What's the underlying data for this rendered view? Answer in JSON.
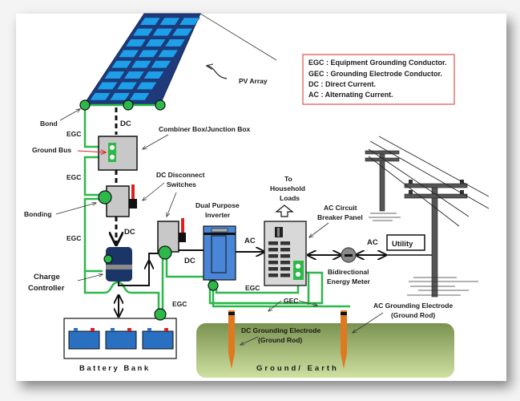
{
  "legend": {
    "items": [
      "EGC : Equipment Grounding Conductor.",
      "GEC : Grounding Electrode Conductor.",
      "DC : Direct Current.",
      "AC : Alternating Current."
    ],
    "border_color": "#e05050"
  },
  "labels": {
    "pv_array": "PV Array",
    "bond": "Bond",
    "egc_1": "EGC",
    "egc_2": "EGC",
    "egc_3": "EGC",
    "egc_4": "EGC",
    "egc_5": "EGC",
    "dc_1": "DC",
    "dc_2": "DC",
    "dc_3": "DC",
    "combiner_box": "Combiner Box/Junction Box",
    "ground_bus": "Ground Bus",
    "dc_disconnect_1": "DC Disconnect",
    "dc_disconnect_2": "Switches",
    "bonding": "Bonding",
    "charge_controller_1": "Charge",
    "charge_controller_2": "Controller",
    "battery_bank": "Battery Bank",
    "inverter_1": "Dual Purpose",
    "inverter_2": "Inverter",
    "ac_1": "AC",
    "ac_2": "AC",
    "household_1": "To",
    "household_2": "Household",
    "household_3": "Loads",
    "breaker_1": "AC Circuit",
    "breaker_2": "Breaker Panel",
    "meter_1": "Bidirectional",
    "meter_2": "Energy Meter",
    "utility": "Utility",
    "gec": "GEC",
    "dc_electrode_1": "DC Grounding Electrode",
    "dc_electrode_2": "(Ground Rod)",
    "ac_electrode_1": "AC Grounding Electrode",
    "ac_electrode_2": "(Ground Rod)",
    "ground_earth": "Ground/ Earth",
    "meter_symbol": "-"
  },
  "colors": {
    "ground_wire": "#2db84a",
    "panel_dark": "#1e3a7a",
    "panel_cell": "#1ea0e8",
    "inverter": "#4a86d8",
    "battery": "#2a6fc0",
    "controller": "#1b3566",
    "rod": "#e07820",
    "red_handle": "#e02020",
    "box_gray": "#c8c8c8"
  }
}
